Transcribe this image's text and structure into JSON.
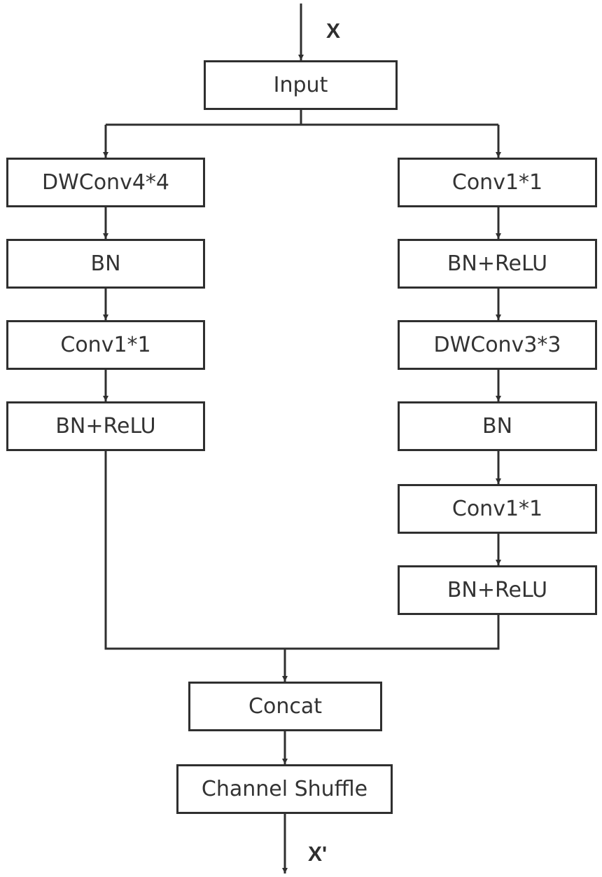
{
  "input_label": "X",
  "output_label": "X'",
  "nodes": {
    "input": "Input",
    "left": [
      "DWConv4*4",
      "BN",
      "Conv1*1",
      "BN+ReLU"
    ],
    "right": [
      "Conv1*1",
      "BN+ReLU",
      "DWConv3*3",
      "BN",
      "Conv1*1",
      "BN+ReLU"
    ],
    "concat": "Concat",
    "shuffle": "Channel Shuffle"
  },
  "colors": {
    "stroke": "#2f2f2f",
    "text": "#333333",
    "background": "#ffffff"
  }
}
